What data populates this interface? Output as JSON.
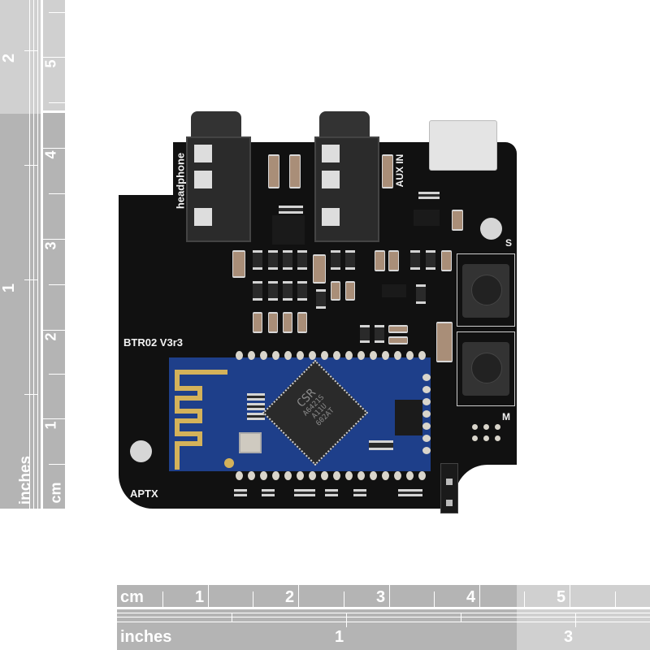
{
  "left_ruler": {
    "inches_label": "inches",
    "cm_label": "cm",
    "inch_numbers": [
      "2",
      "1"
    ],
    "cm_numbers": [
      "5",
      "4",
      "3",
      "2",
      "1"
    ]
  },
  "bottom_ruler": {
    "cm_label": "cm",
    "inches_label": "inches",
    "cm_numbers": [
      "1",
      "2",
      "3",
      "4",
      "5"
    ],
    "inch_numbers": [
      "1",
      "3"
    ]
  },
  "board": {
    "silkscreen": {
      "headphone": "headphone",
      "aux_in": "AUX IN",
      "model": "BTR02 V3r3",
      "aptx": "APTX",
      "button_s": "S",
      "button_m": "M"
    },
    "chip": {
      "brand": "CSR",
      "line1": "A6421S",
      "line2": "A11U",
      "line3": "602AT"
    },
    "colors": {
      "pcb": "#111111",
      "module": "#1e3f8a",
      "antenna": "#d4b25a",
      "ruler_dark": "#b4b4b4",
      "ruler_light": "#d0d0d0"
    }
  }
}
